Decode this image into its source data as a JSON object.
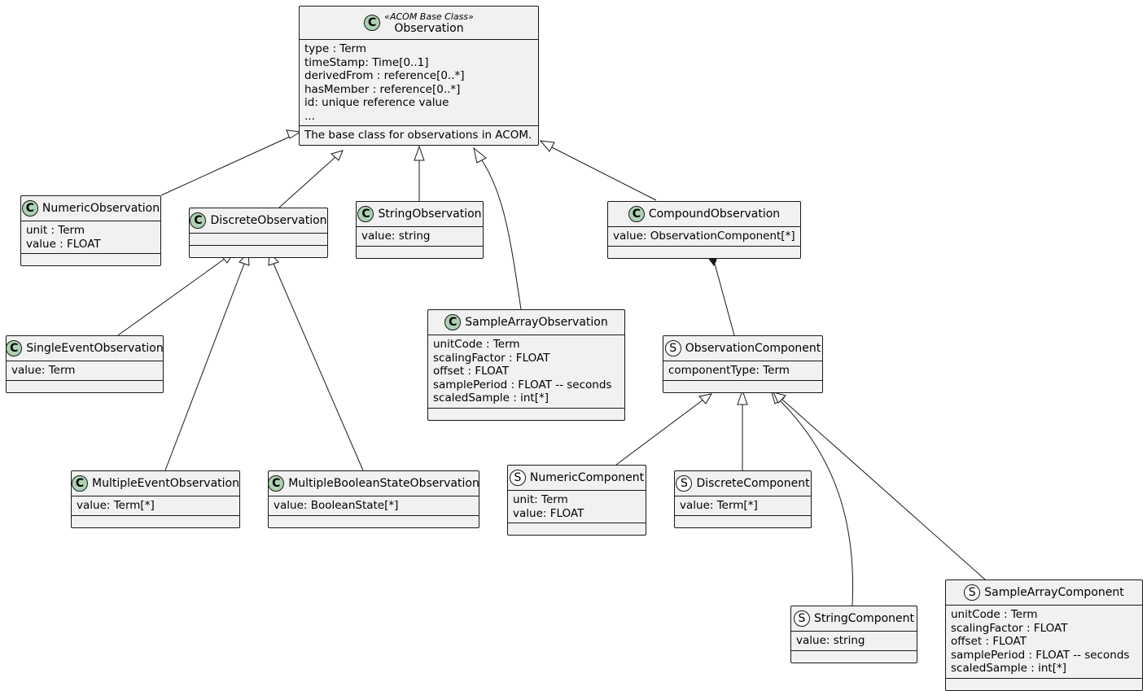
{
  "classes": {
    "observation": {
      "badge": "C",
      "badge_color": "#add1b2",
      "stereotype": "«ACOM Base Class»",
      "name": "Observation",
      "fields": [
        "type : Term",
        "timeStamp: Time[0..1]",
        "derivedFrom : reference[0..*]",
        "hasMember : reference[0..*]",
        "id: unique reference value",
        "..."
      ],
      "note": "The base class for observations in ACOM."
    },
    "numeric_observation": {
      "badge": "C",
      "name": "NumericObservation",
      "fields": [
        "unit : Term",
        "value : FLOAT"
      ]
    },
    "discrete_observation": {
      "badge": "C",
      "name": "DiscreteObservation",
      "fields": []
    },
    "string_observation": {
      "badge": "C",
      "name": "StringObservation",
      "fields": [
        "value: string"
      ]
    },
    "compound_observation": {
      "badge": "C",
      "name": "CompoundObservation",
      "fields": [
        "value: ObservationComponent[*]"
      ]
    },
    "single_event_observation": {
      "badge": "C",
      "name": "SingleEventObservation",
      "fields": [
        "value: Term"
      ]
    },
    "sample_array_observation": {
      "badge": "C",
      "name": "SampleArrayObservation",
      "fields": [
        "unitCode : Term",
        "scalingFactor : FLOAT",
        "offset : FLOAT",
        "samplePeriod : FLOAT -- seconds",
        "scaledSample : int[*]"
      ]
    },
    "observation_component": {
      "badge": "S",
      "name": "ObservationComponent",
      "fields": [
        "componentType: Term"
      ]
    },
    "multiple_event_observation": {
      "badge": "C",
      "name": "MultipleEventObservation",
      "fields": [
        "value: Term[*]"
      ]
    },
    "multiple_boolean_state_observation": {
      "badge": "C",
      "name": "MultipleBooleanStateObservation",
      "fields": [
        "value: BooleanState[*]"
      ]
    },
    "numeric_component": {
      "badge": "S",
      "name": "NumericComponent",
      "fields": [
        "unit: Term",
        "value: FLOAT"
      ]
    },
    "discrete_component": {
      "badge": "S",
      "name": "DiscreteComponent",
      "fields": [
        "value: Term[*]"
      ]
    },
    "string_component": {
      "badge": "S",
      "name": "StringComponent",
      "fields": [
        "value: string"
      ]
    },
    "sample_array_component": {
      "badge": "S",
      "name": "SampleArrayComponent",
      "fields": [
        "unitCode : Term",
        "scalingFactor : FLOAT",
        "offset : FLOAT",
        "samplePeriod : FLOAT -- seconds",
        "scaledSample : int[*]"
      ]
    }
  },
  "colors": {
    "class_fill": "#f1f1f1",
    "border": "#181818",
    "class_badge": "#add1b2",
    "struct_badge": "#ffffff"
  }
}
